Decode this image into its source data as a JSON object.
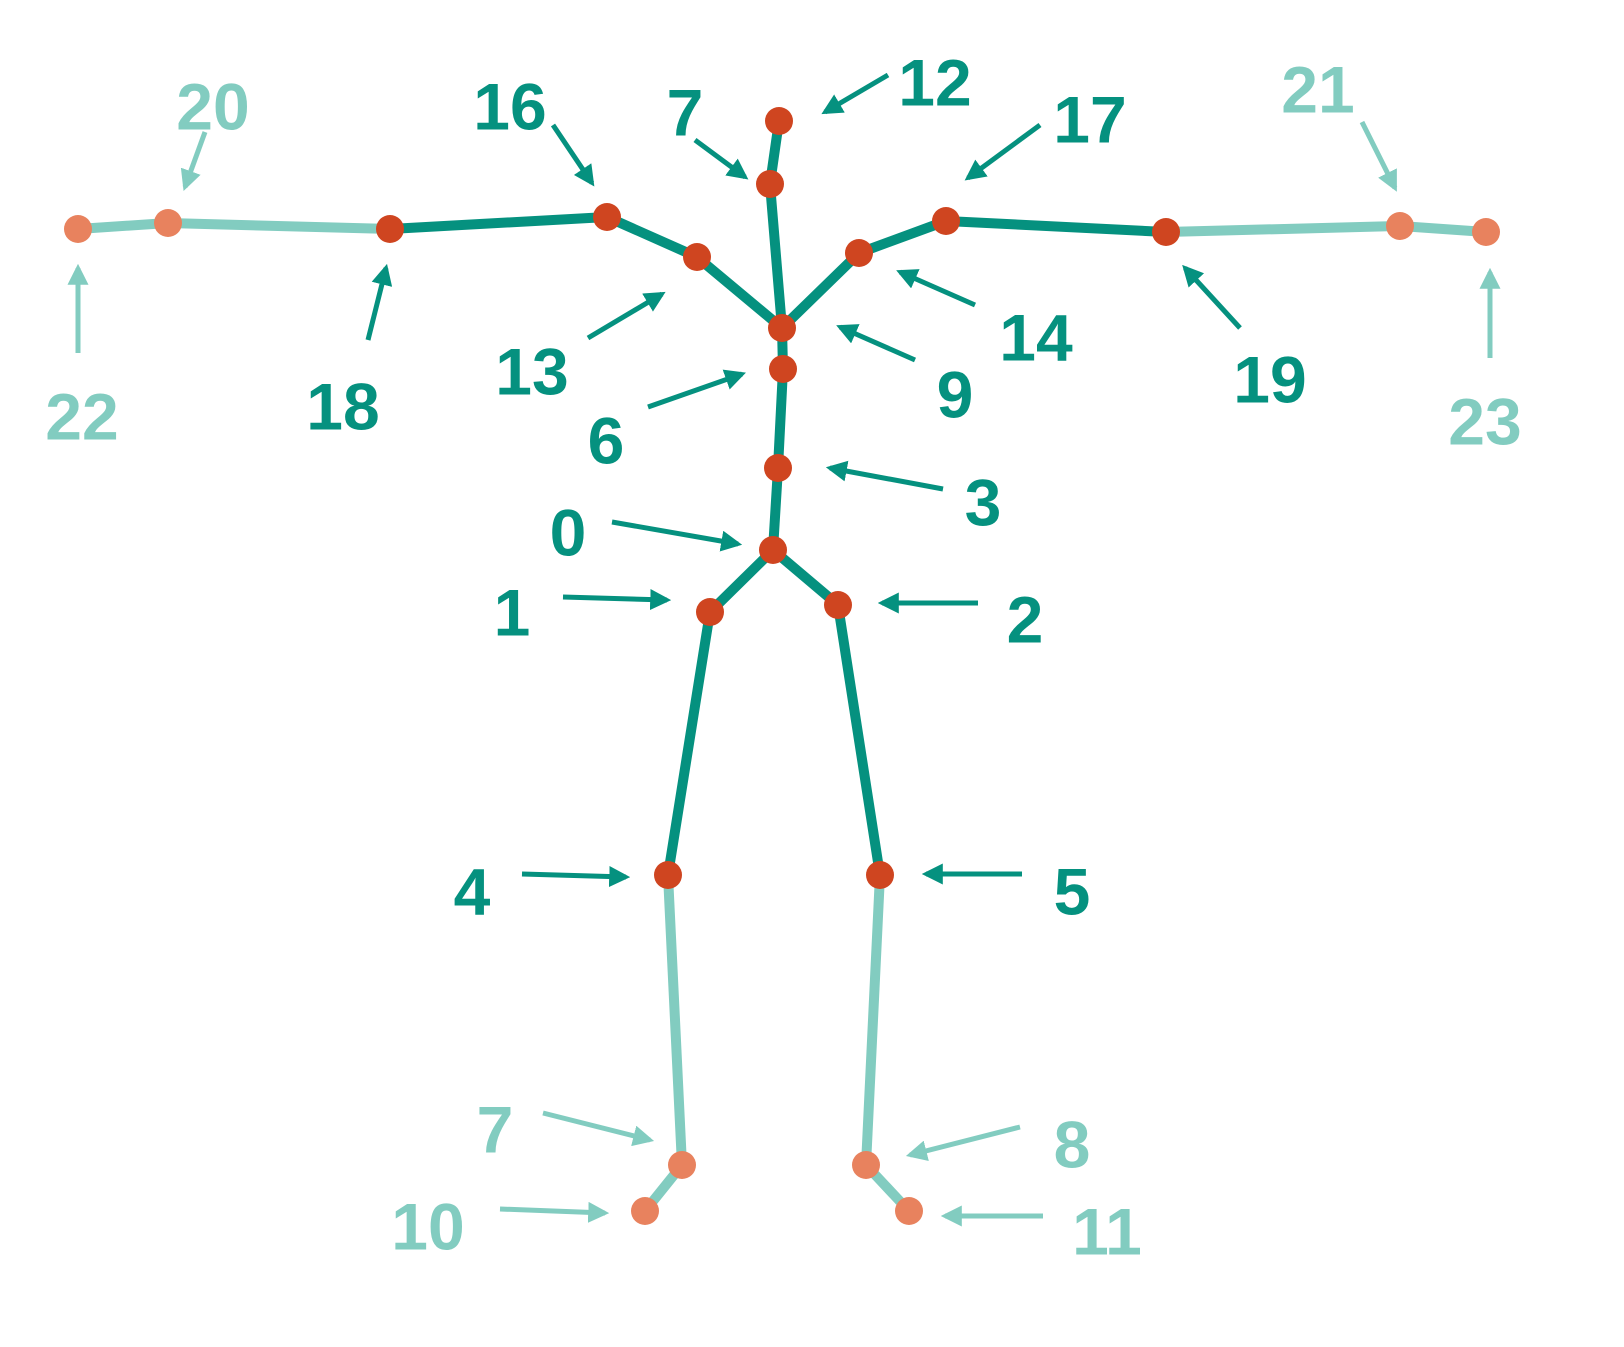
{
  "colors": {
    "bone_main": "#05917F",
    "bone_light": "#82CCC0",
    "joint_main": "#CF4520",
    "joint_light": "#E8825E",
    "label_main": "#05917F",
    "label_light": "#82CCC0"
  },
  "joints": [
    {
      "key": "pelvis",
      "tone": "main"
    },
    {
      "key": "left_hip",
      "tone": "main"
    },
    {
      "key": "right_hip",
      "tone": "main"
    },
    {
      "key": "spine_lower",
      "tone": "main"
    },
    {
      "key": "left_knee",
      "tone": "main"
    },
    {
      "key": "right_knee",
      "tone": "main"
    },
    {
      "key": "spine_upper",
      "tone": "main"
    },
    {
      "key": "chest",
      "tone": "main"
    },
    {
      "key": "neck",
      "tone": "main"
    },
    {
      "key": "head",
      "tone": "main"
    },
    {
      "key": "left_collar",
      "tone": "main"
    },
    {
      "key": "left_shoulder",
      "tone": "main"
    },
    {
      "key": "left_elbow",
      "tone": "main"
    },
    {
      "key": "left_wrist",
      "tone": "light"
    },
    {
      "key": "left_hand_tip",
      "tone": "light"
    },
    {
      "key": "right_collar",
      "tone": "main"
    },
    {
      "key": "right_shoulder",
      "tone": "main"
    },
    {
      "key": "right_elbow",
      "tone": "main"
    },
    {
      "key": "right_wrist",
      "tone": "light"
    },
    {
      "key": "right_hand_tip",
      "tone": "light"
    },
    {
      "key": "left_ankle",
      "tone": "light"
    },
    {
      "key": "left_foot",
      "tone": "light"
    },
    {
      "key": "right_ankle",
      "tone": "light"
    },
    {
      "key": "right_foot",
      "tone": "light"
    }
  ],
  "bones": [
    {
      "from": "pelvis",
      "to": "left_hip",
      "tone": "main"
    },
    {
      "from": "pelvis",
      "to": "right_hip",
      "tone": "main"
    },
    {
      "from": "left_hip",
      "to": "left_knee",
      "tone": "main"
    },
    {
      "from": "right_hip",
      "to": "right_knee",
      "tone": "main"
    },
    {
      "from": "left_knee",
      "to": "left_ankle",
      "tone": "light"
    },
    {
      "from": "left_ankle",
      "to": "left_foot",
      "tone": "light"
    },
    {
      "from": "right_knee",
      "to": "right_ankle",
      "tone": "light"
    },
    {
      "from": "right_ankle",
      "to": "right_foot",
      "tone": "light"
    },
    {
      "from": "pelvis",
      "to": "spine_lower",
      "tone": "main"
    },
    {
      "from": "spine_lower",
      "to": "spine_upper",
      "tone": "main"
    },
    {
      "from": "spine_upper",
      "to": "chest",
      "tone": "main"
    },
    {
      "from": "chest",
      "to": "neck",
      "tone": "main"
    },
    {
      "from": "neck",
      "to": "head",
      "tone": "main"
    },
    {
      "from": "chest",
      "to": "left_collar",
      "tone": "main"
    },
    {
      "from": "left_collar",
      "to": "left_shoulder",
      "tone": "main"
    },
    {
      "from": "left_shoulder",
      "to": "left_elbow",
      "tone": "main"
    },
    {
      "from": "left_elbow",
      "to": "left_wrist",
      "tone": "light"
    },
    {
      "from": "left_wrist",
      "to": "left_hand_tip",
      "tone": "light"
    },
    {
      "from": "chest",
      "to": "right_collar",
      "tone": "main"
    },
    {
      "from": "right_collar",
      "to": "right_shoulder",
      "tone": "main"
    },
    {
      "from": "right_shoulder",
      "to": "right_elbow",
      "tone": "main"
    },
    {
      "from": "right_elbow",
      "to": "right_wrist",
      "tone": "light"
    },
    {
      "from": "right_wrist",
      "to": "right_hand_tip",
      "tone": "light"
    }
  ],
  "labels": [
    {
      "key": "l12",
      "text": "12",
      "tone": "main"
    },
    {
      "key": "l7top",
      "text": "7",
      "tone": "main"
    },
    {
      "key": "l16",
      "text": "16",
      "tone": "main"
    },
    {
      "key": "l17",
      "text": "17",
      "tone": "main"
    },
    {
      "key": "l20",
      "text": "20",
      "tone": "light"
    },
    {
      "key": "l21",
      "text": "21",
      "tone": "light"
    },
    {
      "key": "l22",
      "text": "22",
      "tone": "light"
    },
    {
      "key": "l23",
      "text": "23",
      "tone": "light"
    },
    {
      "key": "l18",
      "text": "18",
      "tone": "main"
    },
    {
      "key": "l13",
      "text": "13",
      "tone": "main"
    },
    {
      "key": "l14",
      "text": "14",
      "tone": "main"
    },
    {
      "key": "l19",
      "text": "19",
      "tone": "main"
    },
    {
      "key": "l9",
      "text": "9",
      "tone": "main"
    },
    {
      "key": "l6",
      "text": "6",
      "tone": "main"
    },
    {
      "key": "l3",
      "text": "3",
      "tone": "main"
    },
    {
      "key": "l0",
      "text": "0",
      "tone": "main"
    },
    {
      "key": "l1",
      "text": "1",
      "tone": "main"
    },
    {
      "key": "l2",
      "text": "2",
      "tone": "main"
    },
    {
      "key": "l4",
      "text": "4",
      "tone": "main"
    },
    {
      "key": "l5",
      "text": "5",
      "tone": "main"
    },
    {
      "key": "l7bot",
      "text": "7",
      "tone": "light"
    },
    {
      "key": "l8",
      "text": "8",
      "tone": "light"
    },
    {
      "key": "l10",
      "text": "10",
      "tone": "light"
    },
    {
      "key": "l11",
      "text": "11",
      "tone": "light"
    }
  ]
}
